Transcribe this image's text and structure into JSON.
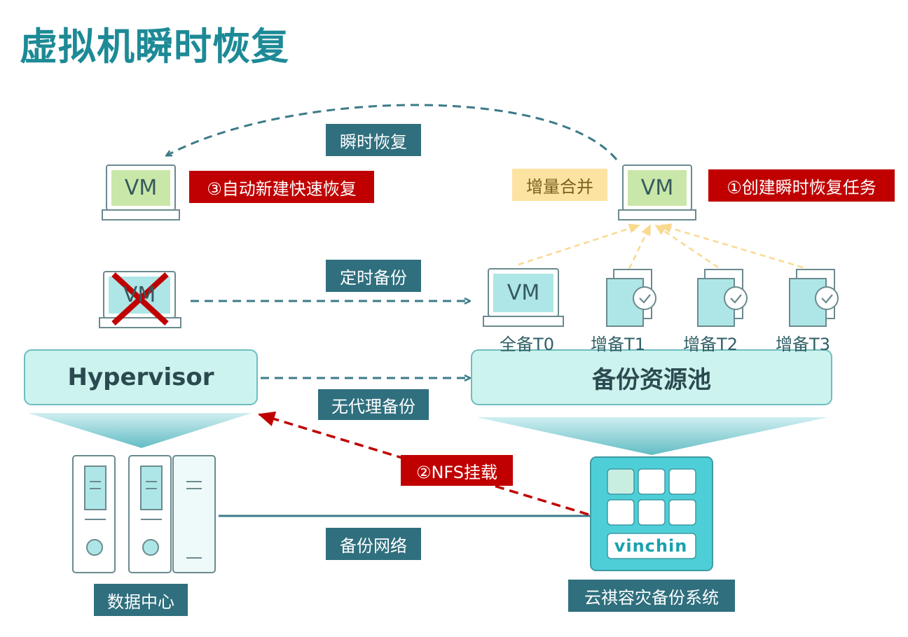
{
  "title": "虚拟机瞬时恢复",
  "labels": {
    "instant_recovery": "瞬时恢复",
    "auto_create": "③自动新建快速恢复",
    "incremental_merge": "增量合并",
    "create_task": "①创建瞬时恢复任务",
    "scheduled_backup": "定时备份",
    "agentless_backup": "无代理备份",
    "nfs_mount": "②NFS挂载",
    "backup_network": "备份网络",
    "datacenter": "数据中心",
    "vinchin_system": "云祺容灾备份系统"
  },
  "vm_text": "VM",
  "backup_points": [
    {
      "label": "全备T0"
    },
    {
      "label": "增备T1"
    },
    {
      "label": "增备T2"
    },
    {
      "label": "增备T3"
    }
  ],
  "blocks": {
    "hypervisor": "Hypervisor",
    "backup_pool": "备份资源池"
  },
  "logo_text": "vinchin",
  "colors": {
    "title": "#1d8a96",
    "label_teal": "#2f6f7e",
    "label_red": "#c00000",
    "label_yellow": "#fde3a2",
    "block_fill": "#cdf3ee",
    "vm_screen": "#c9e7a8",
    "vinchin_box": "#4ecfd8"
  },
  "icons": [
    "vm-laptop-icon",
    "failed-vm-icon",
    "check-circle-icon",
    "server-rack-icon",
    "vinchin-appliance-icon"
  ]
}
